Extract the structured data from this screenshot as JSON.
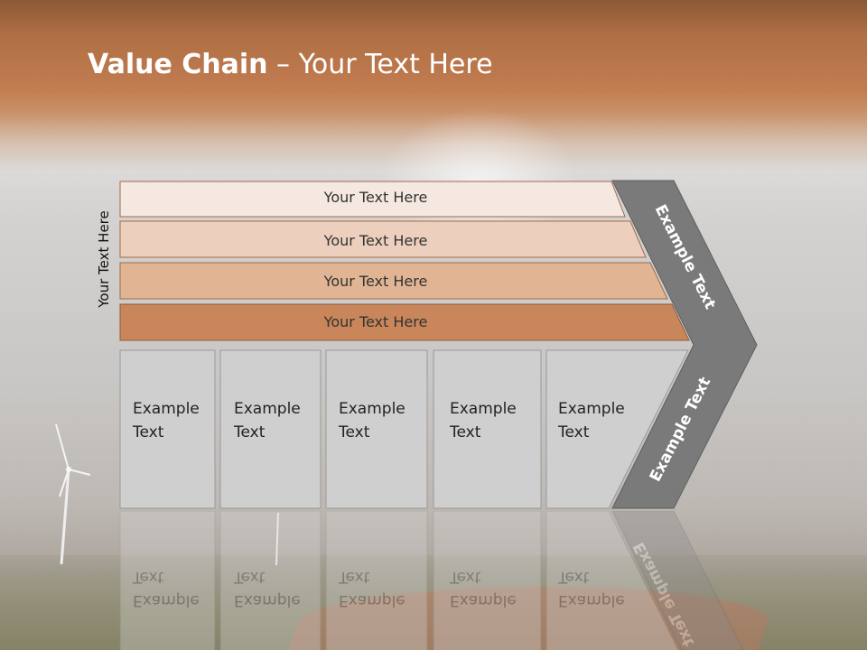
{
  "slide": {
    "title_bold": "Value Chain",
    "title_rest": " – Your Text Here",
    "side_label": "Your Text Here",
    "bands": [
      {
        "label": "Your Text Here",
        "color": "#f4e8e0"
      },
      {
        "label": "Your Text Here",
        "color": "#ecd0bd"
      },
      {
        "label": "Your Text Here",
        "color": "#e1b594"
      },
      {
        "label": "Your Text Here",
        "color": "#c9865a"
      }
    ],
    "boxes": [
      {
        "line1": "Example",
        "line2": "Text"
      },
      {
        "line1": "Example",
        "line2": "Text"
      },
      {
        "line1": "Example",
        "line2": "Text"
      },
      {
        "line1": "Example",
        "line2": "Text"
      },
      {
        "line1": "Example",
        "line2": "Text"
      }
    ],
    "chevron_upper": "Example Text",
    "chevron_lower": "Example Text",
    "chevron_color": "#7a7a7a",
    "box_color": "#cfcfcf"
  }
}
